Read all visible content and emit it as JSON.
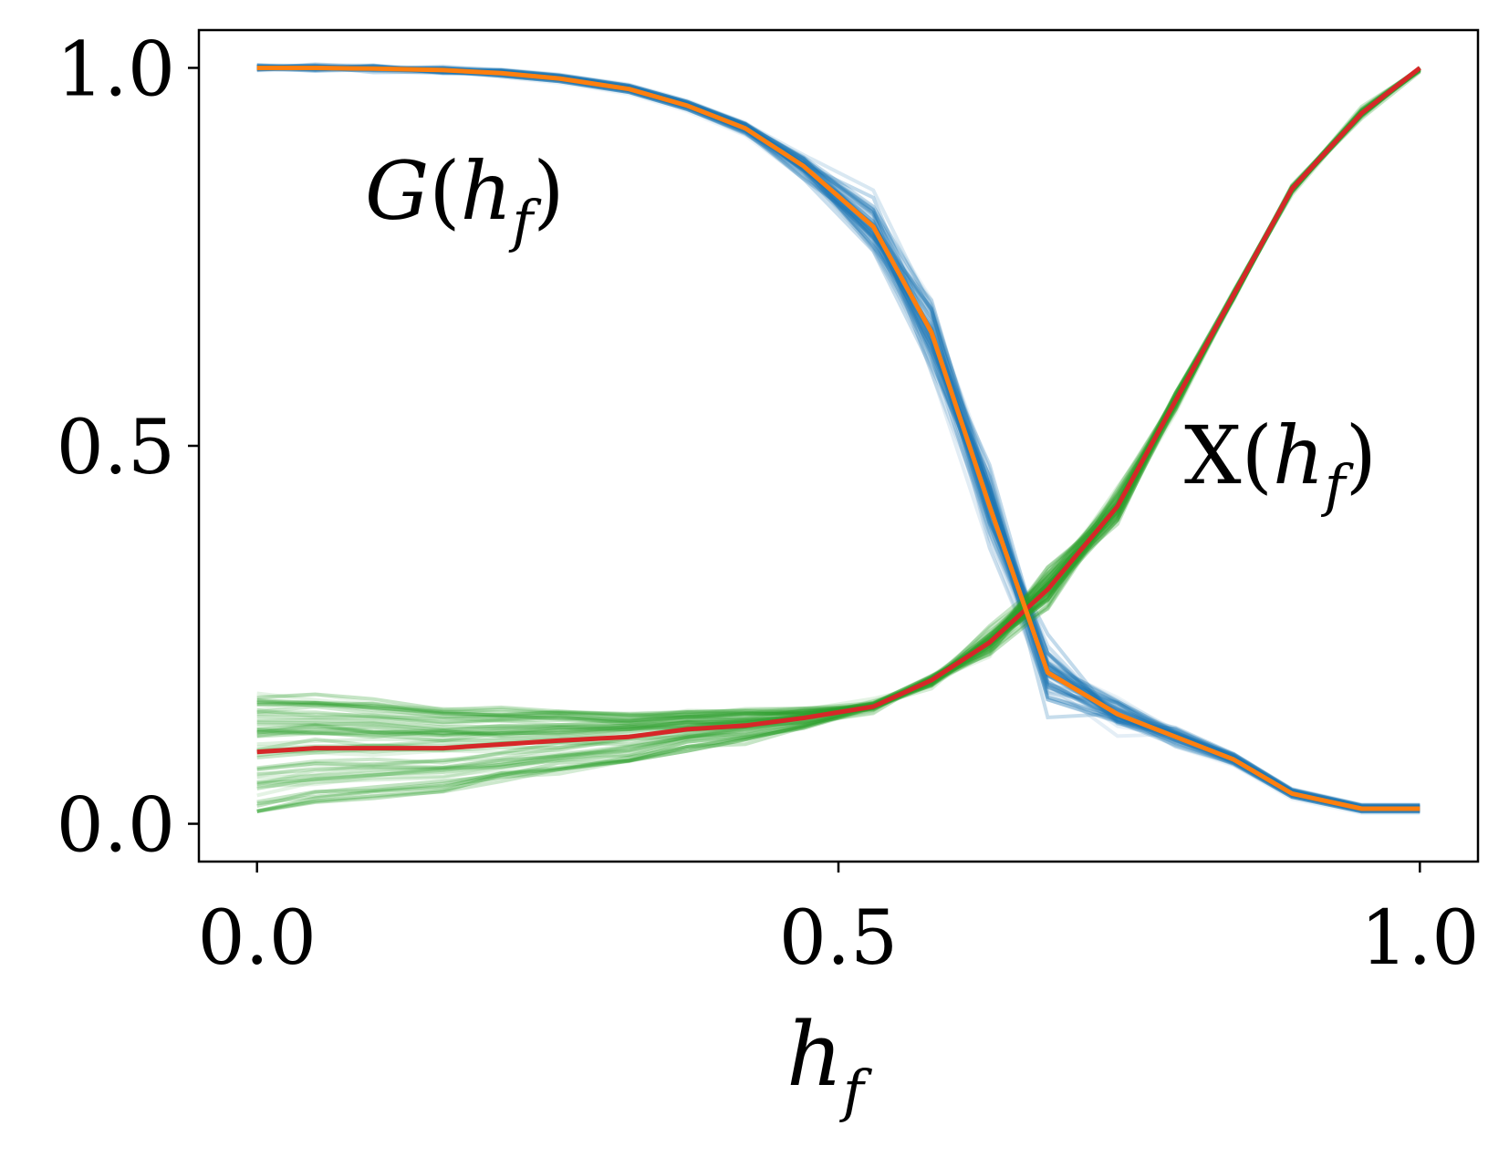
{
  "chart_data": {
    "type": "line",
    "xlim": [
      -0.05,
      1.05
    ],
    "ylim": [
      -0.05,
      1.05
    ],
    "grid": false,
    "legend": "none",
    "x_ticks": [
      {
        "value": 0.0,
        "label": "0.0"
      },
      {
        "value": 0.5,
        "label": "0.5"
      },
      {
        "value": 1.0,
        "label": "1.0"
      }
    ],
    "y_ticks": [
      {
        "value": 0.0,
        "label": "0.0"
      },
      {
        "value": 0.5,
        "label": "0.5"
      },
      {
        "value": 1.0,
        "label": "1.0"
      }
    ],
    "xlabel": {
      "main": "h",
      "sub": "f"
    },
    "annotations": {
      "G": {
        "head": "G",
        "open": "(",
        "var": "h",
        "sub": "f",
        "close": ")"
      },
      "X": {
        "head": "X",
        "open": "(",
        "var": "h",
        "sub": "f",
        "close": ")"
      }
    },
    "x": [
      0.0,
      0.05,
      0.1,
      0.16,
      0.21,
      0.26,
      0.32,
      0.37,
      0.42,
      0.47,
      0.53,
      0.58,
      0.63,
      0.68,
      0.74,
      0.79,
      0.84,
      0.89,
      0.95,
      1.0
    ],
    "series": [
      {
        "role": "G-mean",
        "color": "#ff7f0e",
        "values": [
          1.0,
          1.0,
          0.999,
          0.997,
          0.993,
          0.986,
          0.972,
          0.95,
          0.92,
          0.87,
          0.79,
          0.65,
          0.42,
          0.2,
          0.145,
          0.115,
          0.085,
          0.04,
          0.02,
          0.02
        ]
      },
      {
        "role": "X-mean",
        "color": "#d62728",
        "values": [
          0.095,
          0.1,
          0.1,
          0.1,
          0.105,
          0.11,
          0.115,
          0.125,
          0.13,
          0.14,
          0.155,
          0.19,
          0.24,
          0.31,
          0.42,
          0.56,
          0.7,
          0.84,
          0.94,
          1.0
        ]
      }
    ],
    "ensembles": [
      {
        "role": "G-samples",
        "color": "#1f77b4",
        "count": 60
      },
      {
        "role": "X-samples",
        "color": "#2ca02c",
        "count": 60
      }
    ]
  }
}
